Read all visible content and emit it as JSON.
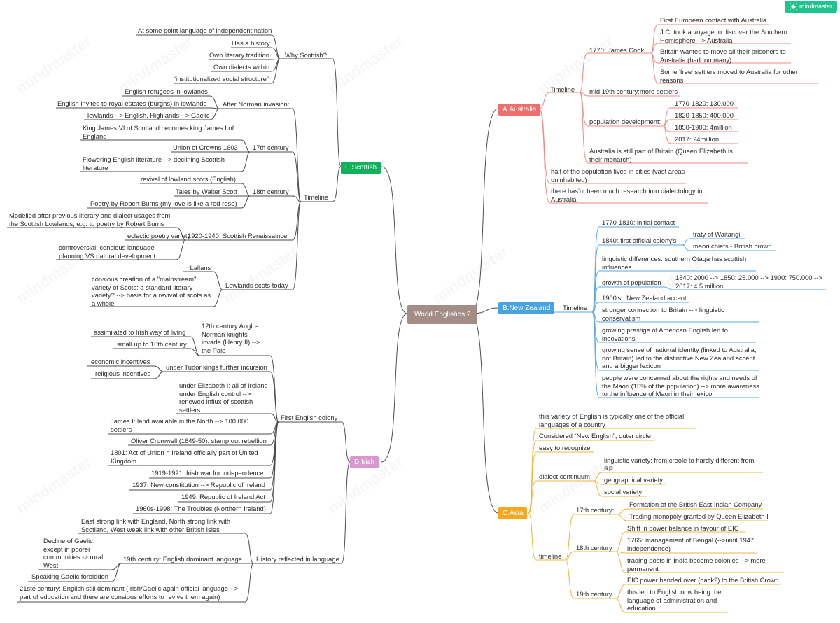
{
  "logo": "mindmaster",
  "watermark": "mindmaster",
  "center": "World Englishes 2",
  "colors": {
    "australia": "#ef6f6c",
    "nz": "#4aa3df",
    "asia": "#f7a81e",
    "scottish": "#13b05a",
    "irish": "#d996cf",
    "center": "#a38d86",
    "line": "#4d4d4d"
  },
  "branches": {
    "australia": "A.Australia",
    "nz": "B.New Zealand",
    "asia": "C.Asia",
    "irish": "D.Irish",
    "scottish": "E.Scottish"
  },
  "australia": {
    "timeline": "Timeline",
    "cook": "1770: James Cook",
    "cook_items": [
      "First European contact with Australia",
      "J.C. took a voyage to discover the Southern Hemisphere --> Australia",
      "Britain wanted to move all their prisoners to Australia (had too many)",
      "Some 'free' settlers moved to Australia for other reasons"
    ],
    "mid19": "mid 19th century:more settlers",
    "pop": "population development:",
    "pop_items": [
      "1770-1820: 130.000",
      "1820-1850: 400.000",
      "1850-1900: 4million",
      "2017: 24million"
    ],
    "monarch": "Australia is still part of Britain (Queen Elizabeth is their monarch)",
    "half": "half of the population lives in cities (vast areas uninhabited)",
    "research": "there has'nt been much research into dialectology in Australia"
  },
  "nz": {
    "timeline": "Timeline",
    "items": [
      "1770-1810: initial contact",
      "1840: first official colony's",
      "linguistic differences: southern Otaga has  scottish influences",
      "growth of population",
      "1900's : New Zealand accent",
      "stronger connection to Britain --> linguistic conservatism",
      "growing prestige of American English led to inoovations",
      "growing sense of national identity (linked to Australia, not Britain) led to the distinctive New Zealand accent and a bigger lexicon",
      "people were concerned about the rights and needs of the Maori (15% of the population) --> more awareness to the influence of Maori in their lexicon"
    ],
    "colony_items": [
      "traty of Waitangi",
      "maori chiefs - British crown"
    ],
    "growth_value": "1840: 2000 --> 1850: 25.000 --> 1900: 750.000 --> 2017: 4.5 million"
  },
  "asia": {
    "items": [
      "this variety of English is typically one of the official languages of a country",
      "Considered “New English”, outer circle",
      "easy to recognize"
    ],
    "dialect": "dialect continuum",
    "dialect_items": [
      "linguistic variety: from creole to hardly different from RP",
      "geographical variety",
      "social variety"
    ],
    "timeline": "timeline",
    "c17": "17th century:",
    "c17_items": [
      "Formation of the British East Indian Company",
      "Trading monopoly granted by Queen Elizabeth I"
    ],
    "c18": "18th century",
    "c18_items": [
      "Shift in power balance in favour of EIC",
      "1765: management of Bengal (-->until 1947 independence)",
      "trading posts in India become colonies --> more permanent"
    ],
    "c19": "19th century",
    "c19_items": [
      "EIC power handed over (back?) to the British Crown",
      "this led to English now being the language of administration and education"
    ]
  },
  "scottish": {
    "why": "Why Scottish?",
    "why_items": [
      "At some point language of independent nation",
      "Has a history",
      "Own literary tradition",
      "Own dialects within",
      "“institutionalized social structure”"
    ],
    "timeline": "Timeline",
    "norman": "After Norman invasion:",
    "norman_items": [
      "English refugees in lowlands",
      "English invited to royal estates (burghs) in lowlands",
      "lowlands --> English, Highlands --> Gaelic"
    ],
    "c17": "17th century",
    "c17_items": [
      "King James VI of Scotland becomes king James I of England",
      "Union of Crowns 1603",
      "Flowering English literature --> declining Scottish literature"
    ],
    "c18": "18th century",
    "c18_items": [
      "revival of lowland scots (English)",
      "Tales by Walter Scott",
      "Poetry by Robert Burns (my love is like a red rose)"
    ],
    "ren": "1920-1940: Scottish Renaissaince",
    "ren_items": [
      "Modelled after previous literary and dialect usages from the Scottish Lowlands, e.g. to poetry by Robert Burns",
      "eclectic poetry variety",
      "controversial: consious language planning VS natural development"
    ],
    "lowlands": "Lowlands scots today",
    "lowlands_items": [
      "=Lallans",
      "consious creation of a \"mainstream\" variety of Scots: a standard literary variety? --> basis for a revival of scots as a whole"
    ]
  },
  "irish": {
    "colony": "First English colony",
    "knights": "12th century Anglo-Norman knights invade (Henry II) --> the Pale",
    "knights_items": [
      "assimilated to Irish way of living",
      "small up to 16th century"
    ],
    "tudor": "under Tudor kings further incursion",
    "tudor_items": [
      "economic incentives",
      "religious incentives"
    ],
    "items": [
      "under Elizabeth I: all of Ireland under English control --> renewed influx of scottish settlers",
      "James I: land available in the North --> 100,000 settlers",
      "Oliver Cromwell (1649-50): stamp out rebellion",
      "1801: Act of Union = Ireland officially part of United Kingdom",
      "1919-1921: Irish war for independence",
      "1937: New constitution --> Republic of Ireland",
      "1949: Republic of Ireland Act",
      "1960s-1998: The Troubles (Northern Ireland)"
    ],
    "history": "History reflected in language",
    "east": "East strong link with England, North strong link with Scotland, West weak link with other British Isles",
    "c19": "19th century: English dominant language",
    "c19_items": [
      "Decline of Gaelic, except in poorer communities -> rural West",
      "Speaking Gaelic forbidden"
    ],
    "c21": "21ste century: English still dominant (Irish/Gaelic again official language --> part of education and there are consious efforts to revive them again)"
  }
}
